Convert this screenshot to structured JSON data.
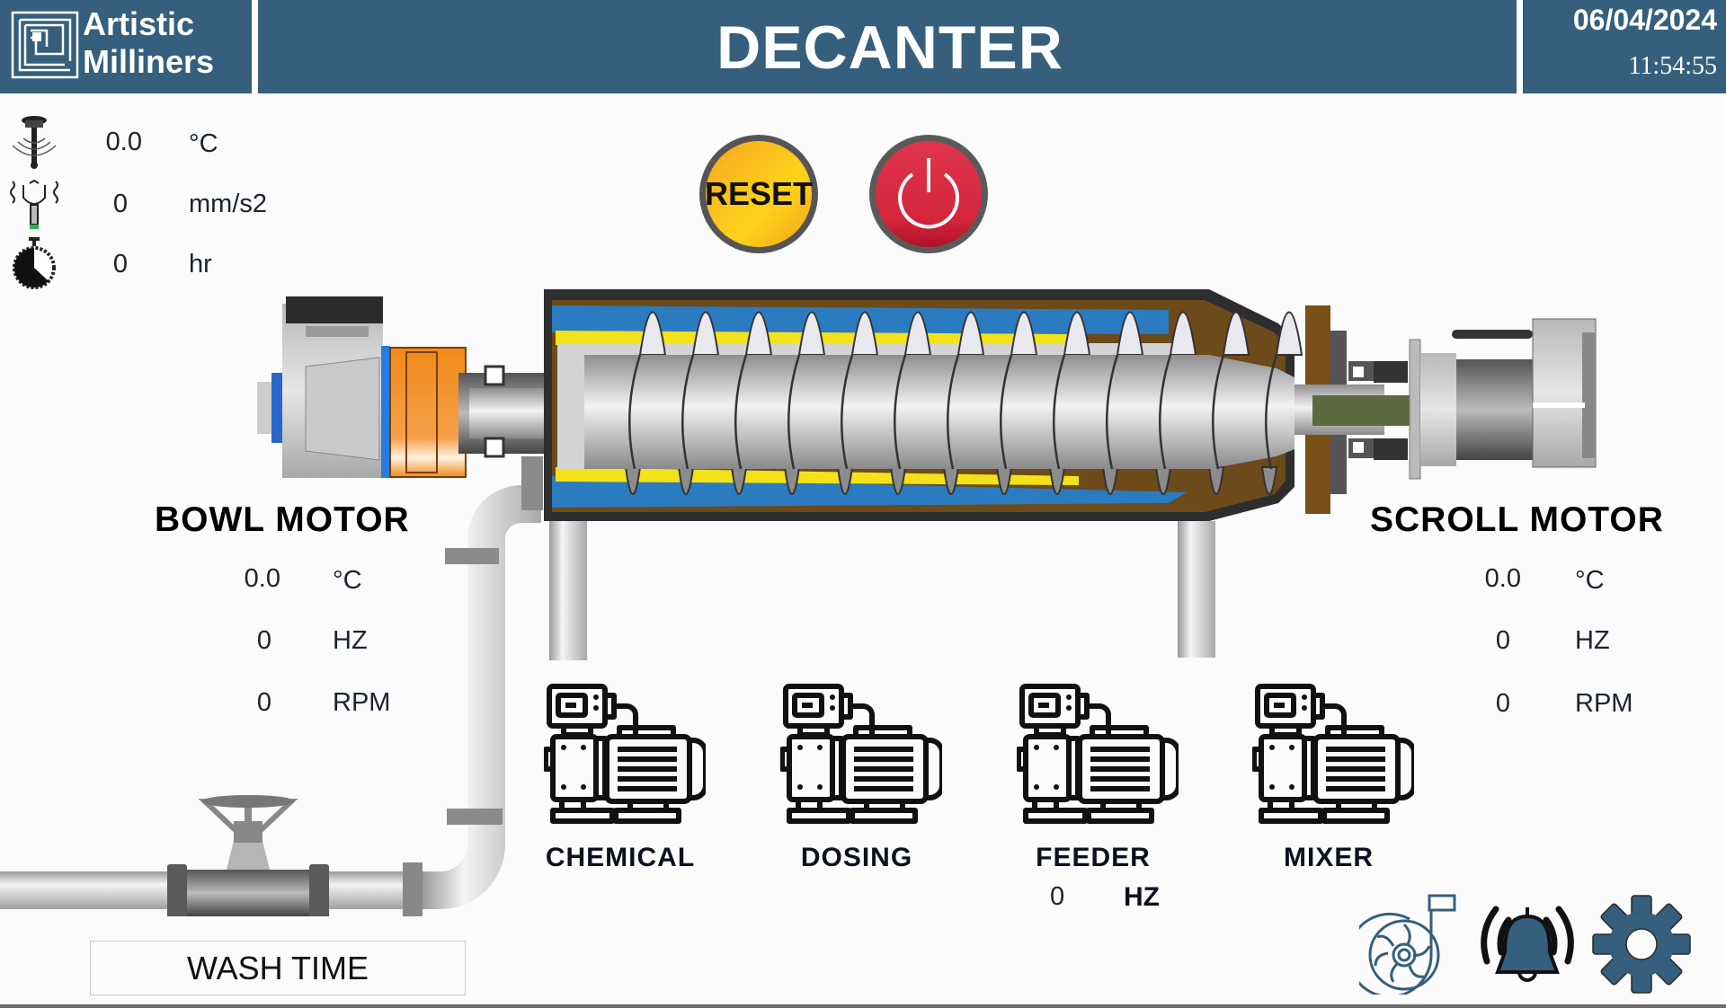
{
  "header": {
    "logo_line1": "Artistic",
    "logo_line2": "Milliners",
    "title": "DECANTER",
    "date": "06/04/2024",
    "time": "11:54:55",
    "color": "#355f7c"
  },
  "sensors": [
    {
      "icon": "temperature-sensor-icon",
      "value": "0.0",
      "unit": "°C"
    },
    {
      "icon": "vibration-sensor-icon",
      "value": "0",
      "unit": "mm/s2"
    },
    {
      "icon": "stopwatch-icon",
      "value": "0",
      "unit": "hr"
    }
  ],
  "controls": {
    "reset_label": "RESET",
    "power_icon": "power-icon",
    "reset_color": "#f7b51e",
    "power_color": "#d8213c"
  },
  "bowl_motor": {
    "title": "BOWL MOTOR",
    "readings": [
      {
        "value": "0.0",
        "unit": "°C"
      },
      {
        "value": "0",
        "unit": "HZ"
      },
      {
        "value": "0",
        "unit": "RPM"
      }
    ]
  },
  "scroll_motor": {
    "title": "SCROLL MOTOR",
    "readings": [
      {
        "value": "0.0",
        "unit": "°C"
      },
      {
        "value": "0",
        "unit": "HZ"
      },
      {
        "value": "0",
        "unit": "RPM"
      }
    ]
  },
  "pumps": [
    {
      "label": "CHEMICAL"
    },
    {
      "label": "DOSING"
    },
    {
      "label": "FEEDER",
      "value": "0",
      "unit": "HZ"
    },
    {
      "label": "MIXER"
    }
  ],
  "wash_time_label": "WASH TIME",
  "footer_icons": [
    "centrifugal-pump-icon",
    "alarm-bell-icon",
    "settings-gear-icon"
  ]
}
